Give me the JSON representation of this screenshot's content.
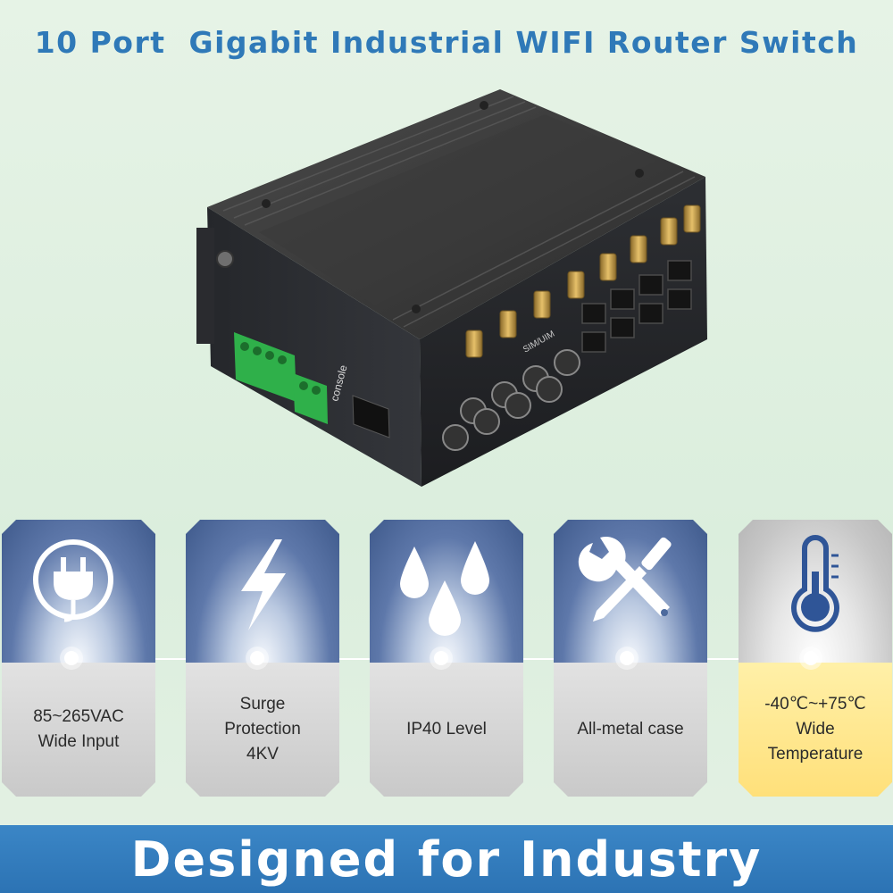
{
  "title": "10 Port  Gigabit Industrial WIFI Router Switch",
  "device": {
    "console_label": "console",
    "sim_label": "SIM/UIM"
  },
  "features": [
    {
      "icon": "power-plug-icon",
      "text": "85~265VAC\nWide Input"
    },
    {
      "icon": "lightning-bolt-icon",
      "text": "Surge\nProtection\n4KV"
    },
    {
      "icon": "water-drops-icon",
      "text": "IP40 Level"
    },
    {
      "icon": "wrench-screwdriver-icon",
      "text": "All-metal case"
    },
    {
      "icon": "thermometer-icon",
      "text": "-40℃~+75℃\nWide\nTemperature"
    }
  ],
  "footer": {
    "text": "Designed for Industry"
  },
  "colors": {
    "title": "#2f79b8",
    "card_blue": "#4d6a9d",
    "card_highlight": "#ffe07a",
    "footer": "#2f78b8"
  }
}
